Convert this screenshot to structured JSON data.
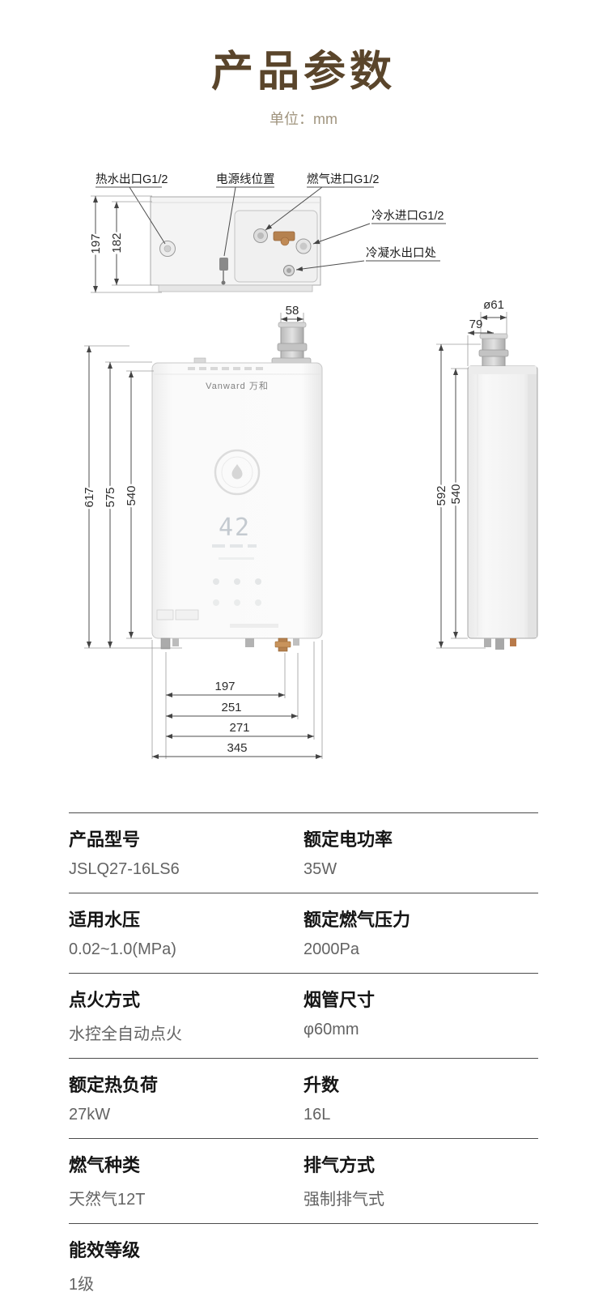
{
  "page": {
    "title": "产品参数",
    "unit_label": "单位：mm"
  },
  "colors": {
    "title_brown": "#5a452b",
    "copper_fitting": "#b5814f",
    "line_gray": "#4d4d4d"
  },
  "top_view": {
    "callouts": {
      "hot_water_outlet": "热水出口G1/2",
      "power_cord_position": "电源线位置",
      "gas_inlet": "燃气进口G1/2",
      "cold_water_inlet": "冷水进口G1/2",
      "condensate_outlet": "冷凝水出口处"
    },
    "dims": {
      "overall_height": "197",
      "inner_height": "182"
    }
  },
  "front_view": {
    "brand": "Vanward 万和",
    "display_value": "42",
    "dims": {
      "flue_width": "58",
      "overall_height": "617",
      "mid_height": "575",
      "body_height": "540",
      "bottom_w1": "197",
      "bottom_w2": "251",
      "bottom_w3": "271",
      "bottom_w4": "345"
    }
  },
  "side_view": {
    "dims": {
      "flue_diameter": "ø61",
      "flue_offset": "79",
      "overall_height": "592",
      "body_height": "540"
    }
  },
  "specs": {
    "rows": [
      [
        {
          "label": "产品型号",
          "value": "JSLQ27-16LS6"
        },
        {
          "label": "额定电功率",
          "value": "35W"
        }
      ],
      [
        {
          "label": "适用水压",
          "value": "0.02~1.0(MPa)"
        },
        {
          "label": "额定燃气压力",
          "value": "2000Pa"
        }
      ],
      [
        {
          "label": "点火方式",
          "value": "水控全自动点火"
        },
        {
          "label": "烟管尺寸",
          "value": "φ60mm"
        }
      ],
      [
        {
          "label": "额定热负荷",
          "value": "27kW"
        },
        {
          "label": "升数",
          "value": "16L"
        }
      ],
      [
        {
          "label": "燃气种类",
          "value": "天然气12T"
        },
        {
          "label": "排气方式",
          "value": "强制排气式"
        }
      ],
      [
        {
          "label": "能效等级",
          "value": "1级"
        }
      ]
    ]
  }
}
